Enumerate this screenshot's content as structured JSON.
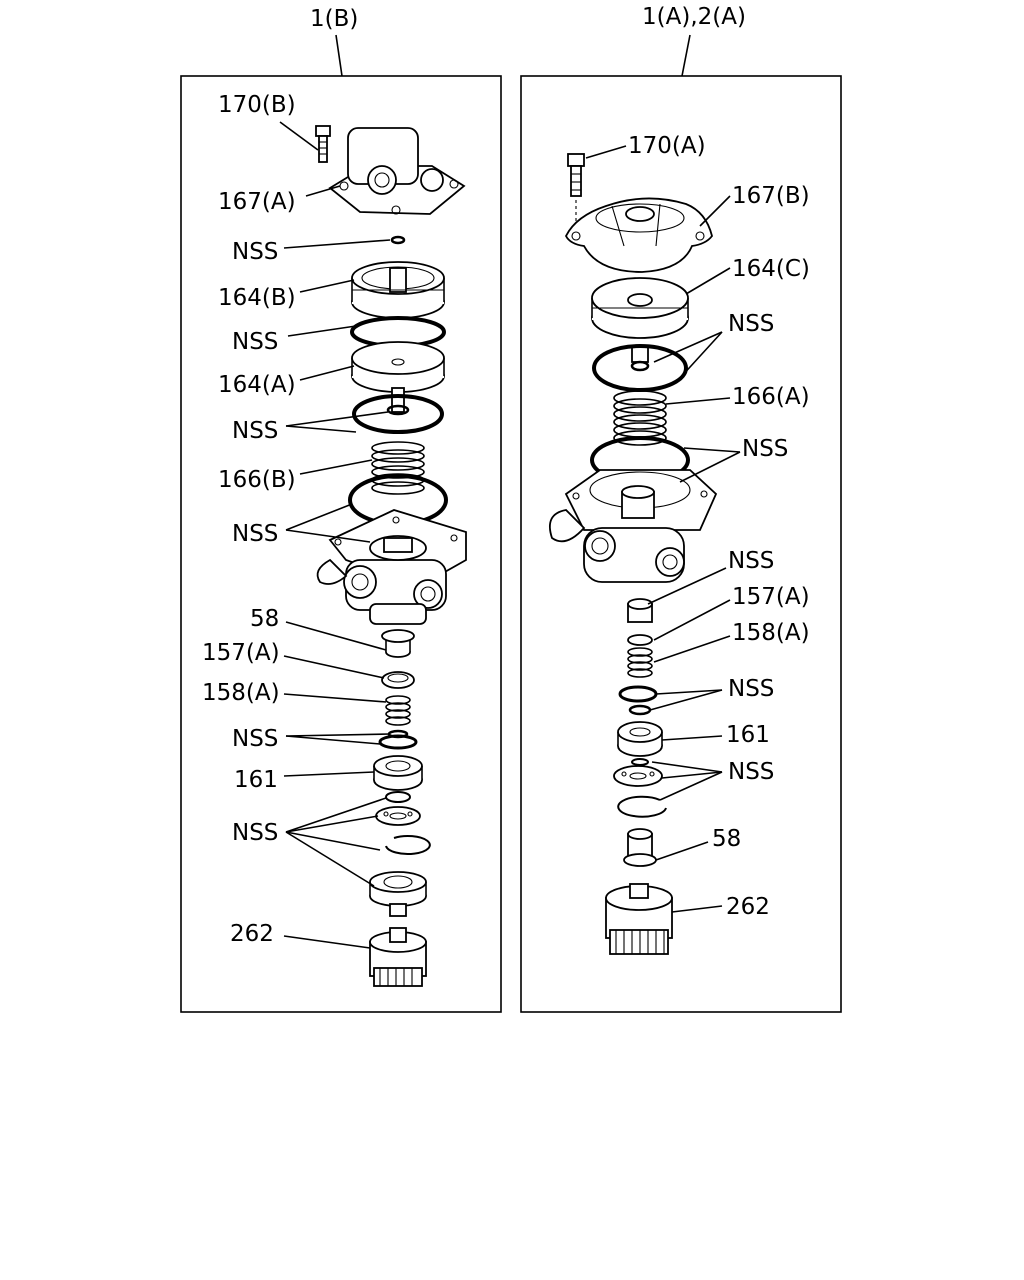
{
  "assemblies": [
    {
      "title": "1(B)",
      "labels": [
        "170(B)",
        "167(A)",
        "NSS",
        "164(B)",
        "NSS",
        "164(A)",
        "NSS",
        "166(B)",
        "NSS",
        "58",
        "157(A)",
        "158(A)",
        "NSS",
        "161",
        "NSS",
        "262"
      ]
    },
    {
      "title": "1(A),2(A)",
      "labels": [
        "170(A)",
        "167(B)",
        "164(C)",
        "NSS",
        "166(A)",
        "NSS",
        "NSS",
        "157(A)",
        "158(A)",
        "NSS",
        "161",
        "NSS",
        "58",
        "262"
      ]
    }
  ]
}
